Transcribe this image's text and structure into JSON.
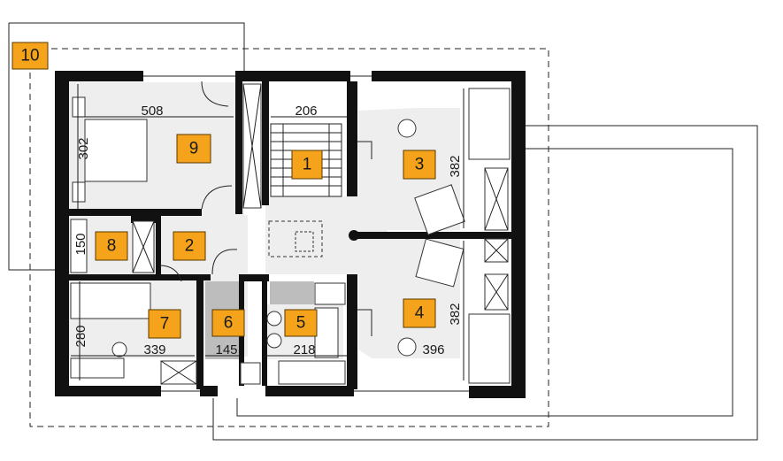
{
  "rooms": [
    {
      "id": "1",
      "label": "1"
    },
    {
      "id": "2",
      "label": "2"
    },
    {
      "id": "3",
      "label": "3"
    },
    {
      "id": "4",
      "label": "4"
    },
    {
      "id": "5",
      "label": "5"
    },
    {
      "id": "6",
      "label": "6"
    },
    {
      "id": "7",
      "label": "7"
    },
    {
      "id": "8",
      "label": "8"
    },
    {
      "id": "9",
      "label": "9"
    },
    {
      "id": "10",
      "label": "10"
    }
  ],
  "dimensions": {
    "room9_width": "508",
    "stair_width": "206",
    "room9_depth": "302",
    "room3_depth": "382",
    "room8_depth": "150",
    "room4_depth": "382",
    "room7_depth": "280",
    "room7_width": "339",
    "room6_width": "145",
    "room5_width": "218",
    "room4_width": "396"
  },
  "colors": {
    "label_fill": "#f5a31a",
    "wall": "#111111",
    "floor": "#eeeeee",
    "wet_floor": "#bdbdbd"
  }
}
